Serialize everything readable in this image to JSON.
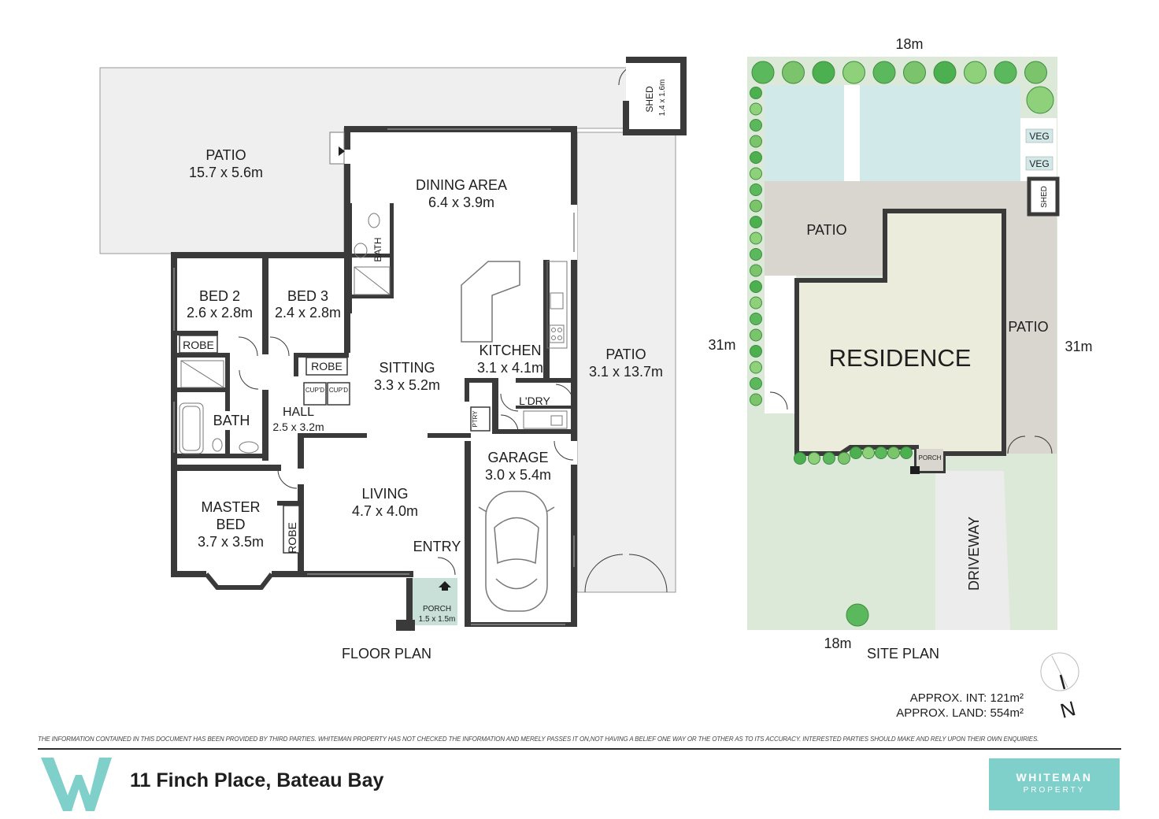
{
  "floor_plan": {
    "title": "FLOOR PLAN",
    "rooms": {
      "patio_west": {
        "name": "PATIO",
        "dims": "15.7 x 5.6m"
      },
      "shed": {
        "name": "SHED",
        "dims": "1.4 x 1.6m"
      },
      "dining": {
        "name": "DINING AREA",
        "dims": "6.4 x 3.9m"
      },
      "bath_small": {
        "name": "BATH"
      },
      "bed2": {
        "name": "BED 2",
        "dims": "2.6 x 2.8m"
      },
      "bed3": {
        "name": "BED 3",
        "dims": "2.4 x 2.8m"
      },
      "robe_bed2": {
        "name": "ROBE"
      },
      "robe_bed3": {
        "name": "ROBE"
      },
      "cupd1": {
        "name": "CUP'D"
      },
      "cupd2": {
        "name": "CUP'D"
      },
      "sitting": {
        "name": "SITTING",
        "dims": "3.3 x 5.2m"
      },
      "kitchen": {
        "name": "KITCHEN",
        "dims": "3.1 x 4.1m"
      },
      "patio_east": {
        "name": "PATIO",
        "dims": "3.1 x 13.7m"
      },
      "bath": {
        "name": "BATH"
      },
      "hall": {
        "name": "HALL",
        "dims": "2.5 x 3.2m"
      },
      "ptry": {
        "name": "PTRY"
      },
      "ldry": {
        "name": "L'DRY"
      },
      "garage": {
        "name": "GARAGE",
        "dims": "3.0 x 5.4m"
      },
      "master": {
        "line1": "MASTER",
        "line2": "BED",
        "dims": "3.7 x 3.5m"
      },
      "robe_master": {
        "name": "ROBE"
      },
      "living": {
        "name": "LIVING",
        "dims": "4.7 x 4.0m"
      },
      "entry": {
        "name": "ENTRY"
      },
      "porch": {
        "name": "PORCH",
        "dims": "1.5 x 1.5m"
      }
    }
  },
  "site_plan": {
    "title": "SITE PLAN",
    "width_top": "18m",
    "width_bottom": "18m",
    "depth_left": "31m",
    "depth_right": "31m",
    "residence": "RESIDENCE",
    "patio_top": "PATIO",
    "patio_right": "PATIO",
    "veg1": "VEG",
    "veg2": "VEG",
    "shed": "SHED",
    "porch": "PORCH",
    "driveway": "DRIVEWAY"
  },
  "areas": {
    "internal": "APPROX. INT: 121m²",
    "land": "APPROX. LAND: 554m²"
  },
  "compass": "N",
  "disclaimer": "THE INFORMATION CONTAINED IN THIS DOCUMENT HAS BEEN PROVIDED BY THIRD PARTIES. WHITEMAN PROPERTY HAS NOT CHECKED THE INFORMATION AND MERELY PASSES IT ON,NOT HAVING A BELIEF ONE WAY OR THE OTHER AS TO ITS ACCURACY. INTERESTED PARTIES SHOULD MAKE AND RELY UPON THEIR OWN ENQUIRIES.",
  "address": "11 Finch Place, Bateau Bay",
  "brand": {
    "line1": "WHITEMAN",
    "line2": "PROPERTY"
  },
  "colors": {
    "brand_teal": "#7fcfcb",
    "wall": "#3a3a3a",
    "patio": "#efefef",
    "lawn": "#dde9d8",
    "pool_area": "#d2e9ea",
    "residence_fill": "#ececdc",
    "patio_site": "#d9d6cf",
    "tree_green": "#5cb85c"
  }
}
